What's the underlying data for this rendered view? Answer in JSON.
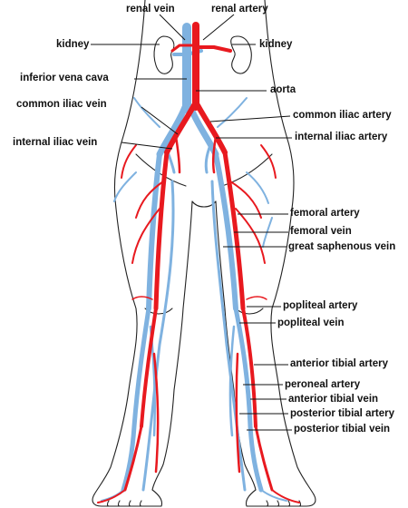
{
  "colors": {
    "artery": "#e8191f",
    "vein": "#7fb2e0",
    "outline": "#222222",
    "leader": "#111111"
  },
  "labels": {
    "renal_vein": "renal vein",
    "renal_artery": "renal artery",
    "kidney_left": "kidney",
    "kidney_right": "kidney",
    "inferior_vena_cava": "inferior vena cava",
    "aorta": "aorta",
    "common_iliac_vein": "common iliac vein",
    "common_iliac_artery": "common iliac artery",
    "internal_iliac_vein": "internal iliac vein",
    "internal_iliac_artery": "internal iliac artery",
    "femoral_artery": "femoral artery",
    "femoral_vein": "femoral vein",
    "great_saphenous_vein": "great saphenous vein",
    "popliteal_artery": "popliteal artery",
    "popliteal_vein": "popliteal vein",
    "anterior_tibial_artery": "anterior tibial artery",
    "peroneal_artery": "peroneal artery",
    "anterior_tibial_vein": "anterior tibial vein",
    "posterior_tibial_artery": "posterior tibial artery",
    "posterior_tibial_vein": "posterior tibial vein"
  }
}
